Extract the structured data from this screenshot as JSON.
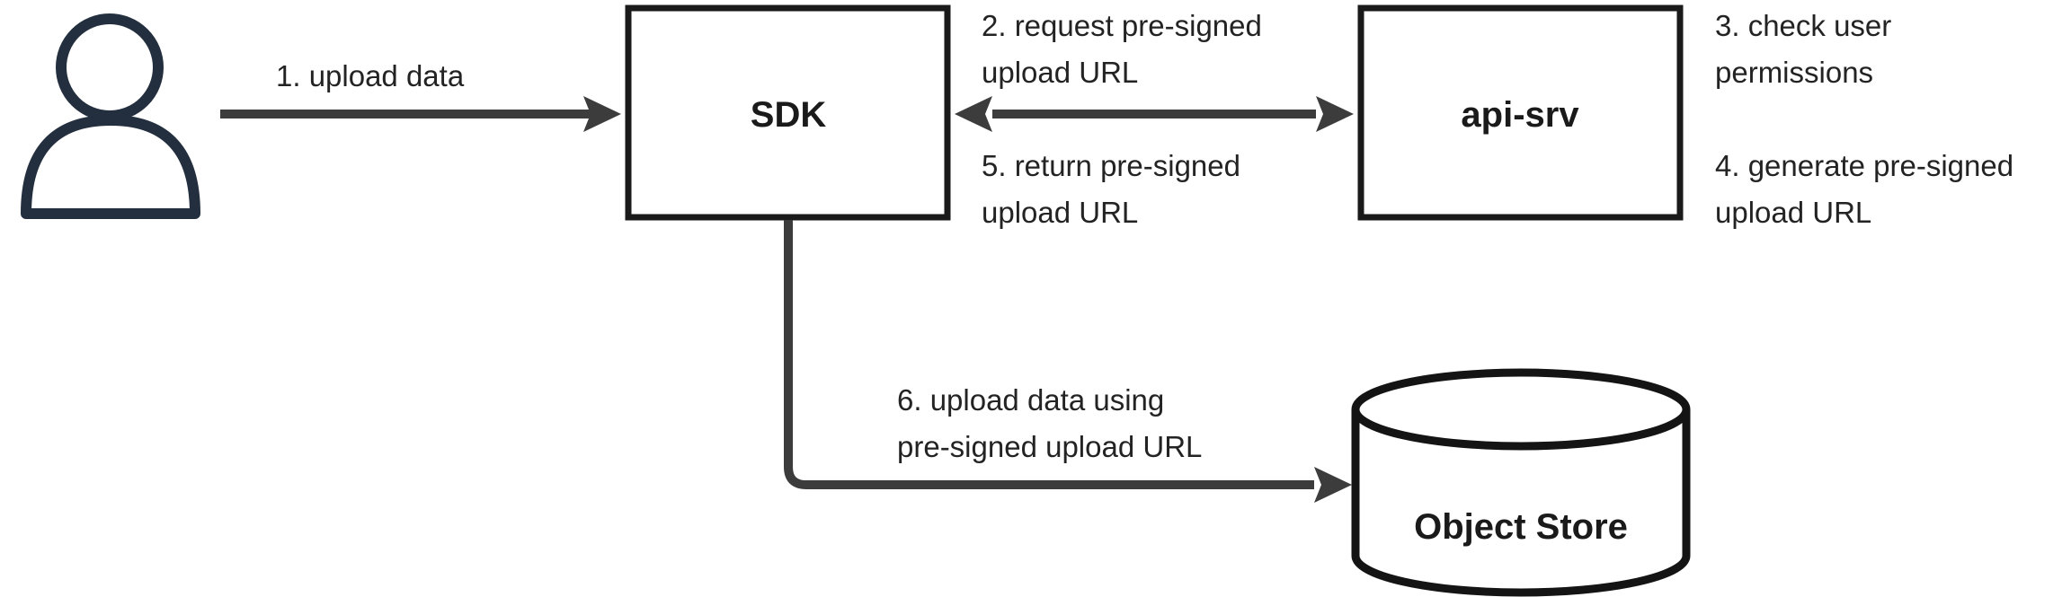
{
  "diagram": {
    "background_color": "#ffffff",
    "colors": {
      "node_border": "#1a1a1a",
      "node_fill": "#ffffff",
      "connector": "#3c3c3c",
      "label_text": "#232323",
      "actor_icon": "#232f3e"
    },
    "nodes": {
      "actor": {
        "shape": "person",
        "label": ""
      },
      "sdk": {
        "shape": "rectangle",
        "label": "SDK"
      },
      "api_srv": {
        "shape": "rectangle",
        "label": "api-srv"
      },
      "object_store": {
        "shape": "cylinder",
        "label": "Object Store"
      }
    },
    "edges": {
      "e1": {
        "from": "actor",
        "to": "sdk",
        "direction": "right",
        "label": "1. upload data"
      },
      "e25": {
        "from": "sdk",
        "to": "api_srv",
        "direction": "both",
        "top_label_lines": [
          "2. request pre-signed",
          "upload URL"
        ],
        "bottom_label_lines": [
          "5. return pre-signed",
          "upload URL"
        ]
      },
      "e6": {
        "from": "sdk",
        "to": "object_store",
        "direction": "right",
        "label_lines": [
          "6. upload data using",
          "pre-signed upload URL"
        ]
      }
    },
    "notes": {
      "note3_lines": [
        "3. check user",
        "permissions"
      ],
      "note4_lines": [
        "4. generate pre-signed",
        "upload URL"
      ]
    }
  }
}
